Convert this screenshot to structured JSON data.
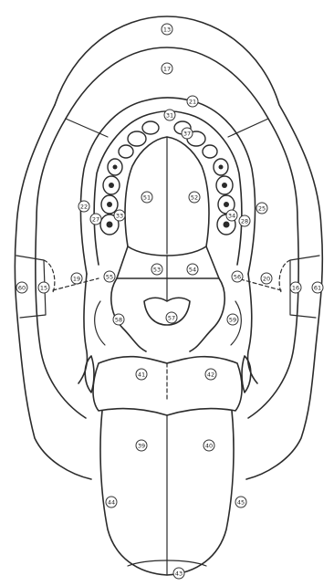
{
  "diagram": {
    "markers": [
      {
        "id": "upper-lip-outer",
        "label": "13"
      },
      {
        "id": "upper-lip-inner",
        "label": "17"
      },
      {
        "id": "upper-gum-front",
        "label": "21"
      },
      {
        "id": "upper-incisor-left",
        "label": "31"
      },
      {
        "id": "upper-incisor-right",
        "label": "37"
      },
      {
        "id": "hard-palate-left",
        "label": "51"
      },
      {
        "id": "hard-palate-right",
        "label": "52"
      },
      {
        "id": "upper-gum-left-side",
        "label": "22"
      },
      {
        "id": "upper-gum-right-side",
        "label": "25"
      },
      {
        "id": "upper-molar-left",
        "label": "27"
      },
      {
        "id": "upper-tooth-left",
        "label": "33"
      },
      {
        "id": "upper-tooth-right",
        "label": "34"
      },
      {
        "id": "upper-molar-right",
        "label": "28"
      },
      {
        "id": "soft-palate-left",
        "label": "53"
      },
      {
        "id": "soft-palate-right",
        "label": "54"
      },
      {
        "id": "cheek-outer-left",
        "label": "60"
      },
      {
        "id": "cheek-inner-left",
        "label": "15"
      },
      {
        "id": "buccal-left",
        "label": "19"
      },
      {
        "id": "pharynx-side-left",
        "label": "55"
      },
      {
        "id": "pharynx-side-right",
        "label": "56"
      },
      {
        "id": "buccal-right",
        "label": "20"
      },
      {
        "id": "cheek-inner-right",
        "label": "16"
      },
      {
        "id": "cheek-outer-right",
        "label": "61"
      },
      {
        "id": "tonsil-left",
        "label": "58"
      },
      {
        "id": "uvula",
        "label": "57"
      },
      {
        "id": "tonsil-right",
        "label": "59"
      },
      {
        "id": "tongue-base-left",
        "label": "41"
      },
      {
        "id": "tongue-base-right",
        "label": "42"
      },
      {
        "id": "tongue-body-left",
        "label": "39"
      },
      {
        "id": "tongue-body-right",
        "label": "40"
      },
      {
        "id": "tongue-edge-left",
        "label": "44"
      },
      {
        "id": "tongue-edge-right",
        "label": "45"
      },
      {
        "id": "tongue-tip",
        "label": "43"
      }
    ]
  }
}
